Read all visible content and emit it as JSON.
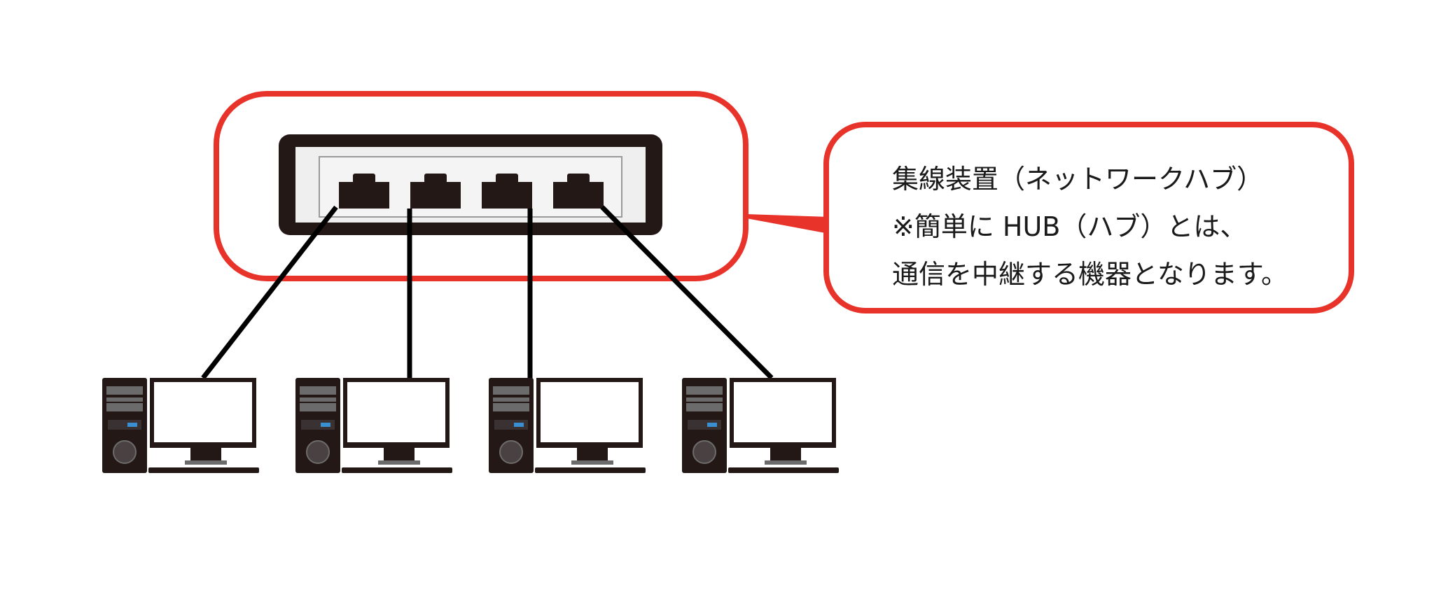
{
  "callout": {
    "lines": [
      "集線装置（ネットワークハブ）",
      "※簡単に HUB（ハブ）とは、",
      "通信を中継する機器となります。"
    ]
  },
  "hub": {
    "port_count": 4
  },
  "computers": [
    {
      "id": 1
    },
    {
      "id": 2
    },
    {
      "id": 3
    },
    {
      "id": 4
    }
  ],
  "colors": {
    "callout_border": "#e8332a",
    "hub_body": "#231815",
    "hub_panel": "#efefef",
    "cable": "#000000",
    "pc_dark": "#231815",
    "pc_screen": "#ffffff",
    "pc_accent": "#3a8fd0"
  }
}
